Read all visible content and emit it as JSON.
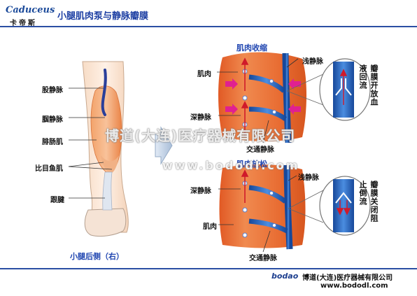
{
  "header": {
    "brand_name": "Caduceus",
    "brand_subtitle": "卡帝斯",
    "title": "小腿肌肉泵与静脉瓣膜"
  },
  "leg_diagram": {
    "labels": [
      "股静脉",
      "腘静脉",
      "腓肠肌",
      "比目鱼肌",
      "跟腱"
    ],
    "caption": "小腿后侧（右）"
  },
  "contracted_panel": {
    "title": "肌肉收缩",
    "labels": {
      "muscle": "肌肉",
      "superficial_vein": "浅静脉",
      "deep_vein": "深静脉",
      "communicating_vein": "交通静脉"
    },
    "valve_note": "瓣膜开放血液回流"
  },
  "relaxed_panel": {
    "title": "肌肉放松",
    "labels": {
      "superficial_vein": "浅静脉",
      "deep_vein": "深静脉",
      "muscle": "肌肉",
      "communicating_vein": "交通静脉"
    },
    "valve_note": "瓣膜关闭阻止倒流"
  },
  "watermark": {
    "company": "博道(大连)医疗器械有限公司",
    "url": "www.bododl.com"
  },
  "footer": {
    "logo": "bodao",
    "company": "博道(大连)医疗器械有限公司",
    "url": "www.bododl.com"
  },
  "colors": {
    "vein_blue": "#1f5fb8",
    "muscle_orange": "#e2642e",
    "arrow_red": "#d01a2a",
    "arrow_magenta": "#e02090",
    "title_blue": "#1d3fa3"
  },
  "icons": [
    "brand-logo",
    "pressure-arrow-icon",
    "flow-arrow-icon",
    "transition-arrow-icon"
  ]
}
